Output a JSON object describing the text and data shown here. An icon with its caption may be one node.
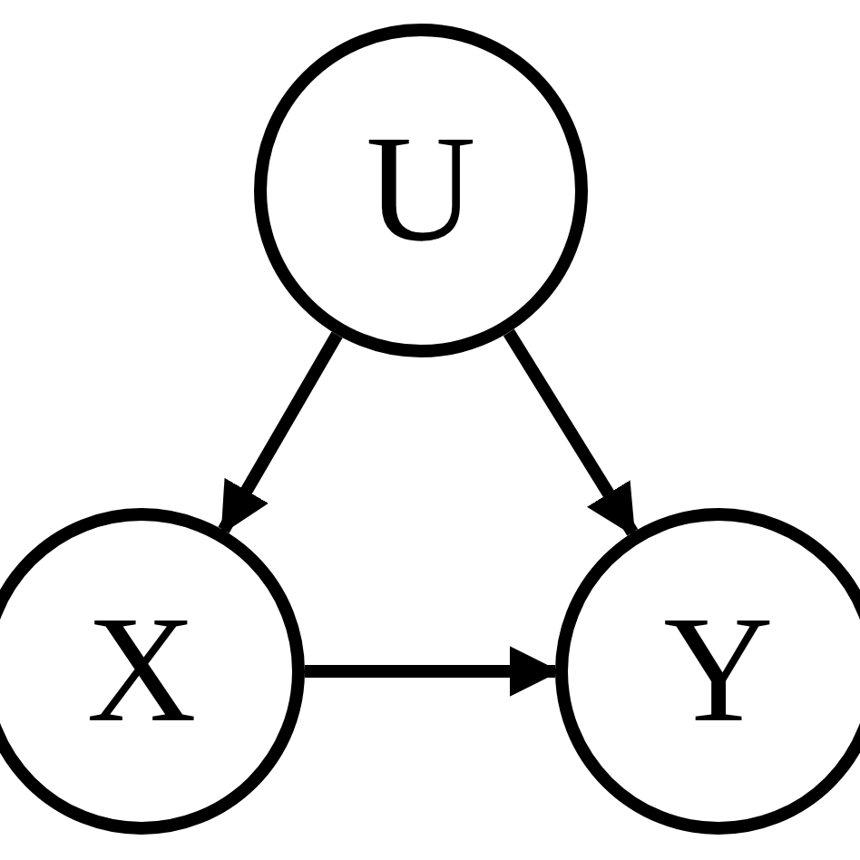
{
  "diagram": {
    "nodes": [
      {
        "text": [
          "U"
        ]
      },
      {
        "text": [
          "X"
        ]
      },
      {
        "text": [
          "Y"
        ]
      }
    ],
    "edges": [
      {
        "from": 0,
        "to": 1,
        "arrow": "to"
      },
      {
        "from": 0,
        "to": 2,
        "arrow": "to"
      },
      {
        "from": 1,
        "to": 2,
        "arrow": "to"
      }
    ]
  }
}
